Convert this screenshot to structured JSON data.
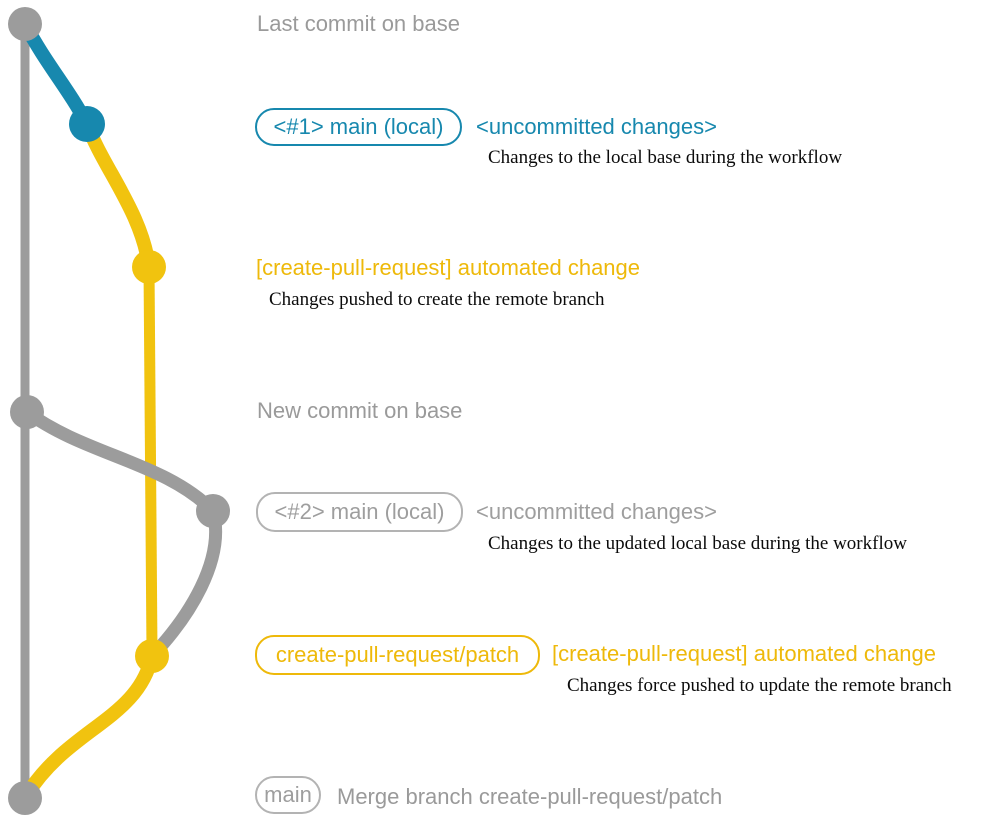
{
  "colors": {
    "gray_line": "#9c9c9c",
    "gray_text": "#9a9a9a",
    "gray_badge_border": "#b3b3b3",
    "blue": "#1788ae",
    "yellow_line": "#f1c30f",
    "yellow_text": "#eeb90a",
    "note_text": "#0b0b0b",
    "background": "#ffffff"
  },
  "rows": {
    "r1": {
      "label": "Last commit on base"
    },
    "r2": {
      "badge": "<#1> main (local)",
      "heading": "<uncommitted changes>",
      "desc": "Changes to the local base during the workflow"
    },
    "r3": {
      "heading": "[create-pull-request] automated change",
      "desc": "Changes pushed to create the remote branch"
    },
    "r4": {
      "label": "New commit on base"
    },
    "r5": {
      "badge": "<#2> main (local)",
      "heading": "<uncommitted changes>",
      "desc": "Changes to the updated local base during the workflow"
    },
    "r6": {
      "badge": "create-pull-request/patch",
      "heading": "[create-pull-request] automated change",
      "desc": "Changes force pushed to update the remote branch"
    },
    "r7": {
      "badge": "main",
      "label": "Merge branch create-pull-request/patch"
    }
  },
  "graph": {
    "type": "git-branch-diagram",
    "branches": [
      {
        "name": "base",
        "color": "#9c9c9c",
        "shape": "vertical-line"
      },
      {
        "name": "local-main-1",
        "color": "#1788ae",
        "from": "last-commit-on-base",
        "to": "uncommitted-changes-1"
      },
      {
        "name": "create-pull-request-patch",
        "color": "#f1c30f",
        "from": "uncommitted-changes-1",
        "to": "merge-commit"
      },
      {
        "name": "local-main-2",
        "color": "#9c9c9c",
        "from": "new-commit-on-base",
        "to": "force-push-commit"
      }
    ],
    "nodes": [
      {
        "id": "last-commit-on-base",
        "color": "#9c9c9c",
        "row": "r1"
      },
      {
        "id": "uncommitted-changes-1",
        "color": "#1788ae",
        "row": "r2"
      },
      {
        "id": "automated-change-1",
        "color": "#f1c30f",
        "row": "r3"
      },
      {
        "id": "new-commit-on-base",
        "color": "#9c9c9c",
        "row": "r4"
      },
      {
        "id": "uncommitted-changes-2",
        "color": "#9c9c9c",
        "row": "r5"
      },
      {
        "id": "automated-change-2",
        "color": "#f1c30f",
        "row": "r6"
      },
      {
        "id": "merge-commit",
        "color": "#9c9c9c",
        "row": "r7"
      }
    ]
  }
}
